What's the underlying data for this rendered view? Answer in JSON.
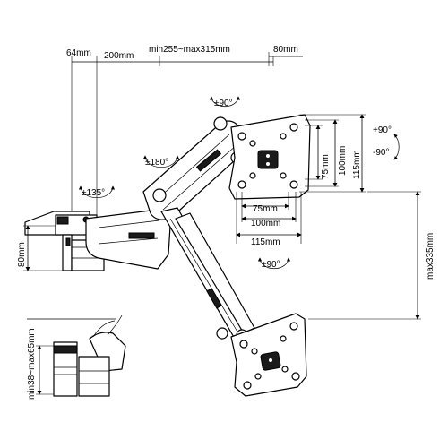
{
  "dimensions": {
    "offset_left": "64mm",
    "base_arm": "200mm",
    "arm_range": "min255~max315mm",
    "plate_offset": "80mm",
    "vesa_75_w": "75mm",
    "vesa_100_w": "100mm",
    "plate_w": "115mm",
    "vesa_75_h": "75mm",
    "vesa_100_h": "100mm",
    "plate_h": "115mm",
    "height_range": "max335mm",
    "mount_height": "80mm",
    "clamp_range": "min38~max65mm"
  },
  "rotations": {
    "swivel_top": "±90°",
    "swivel_arm": "±180°",
    "swivel_base": "±135°",
    "tilt_up": "+90°",
    "tilt_down": "-90°",
    "rotate_plate": "±90°"
  }
}
